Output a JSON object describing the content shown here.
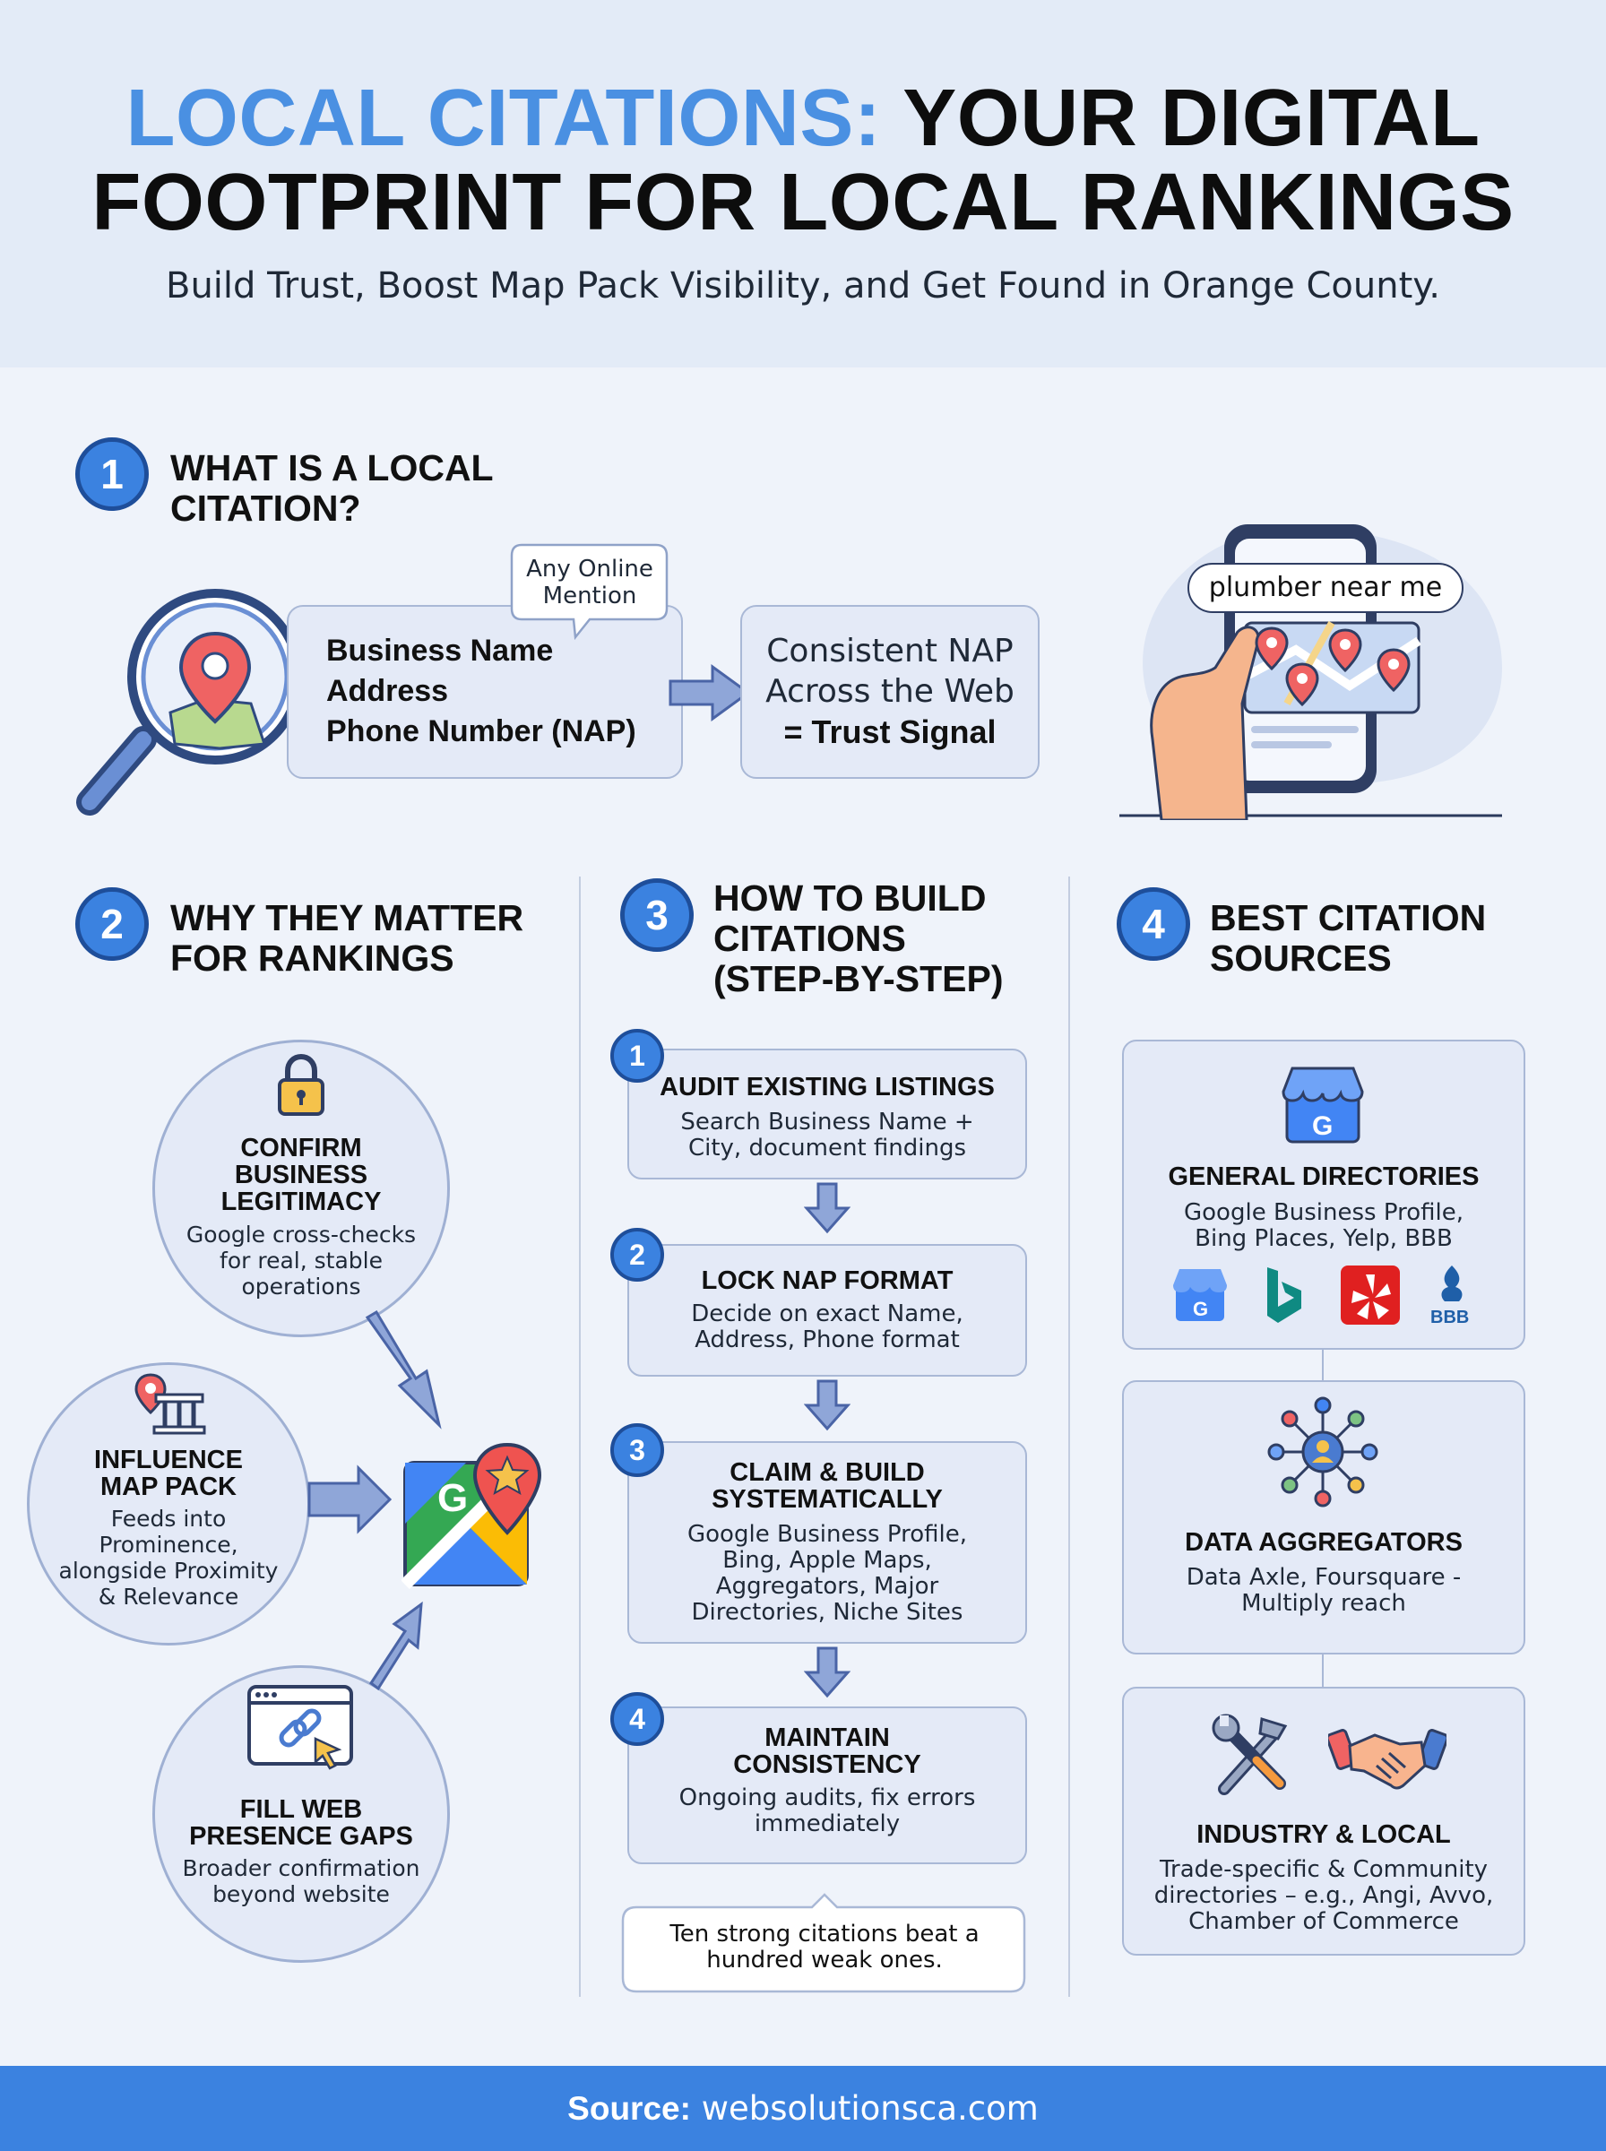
{
  "header": {
    "title_accent": "LOCAL CITATIONS:",
    "title_rest": "YOUR DIGITAL",
    "title_line2": "FOOTPRINT FOR LOCAL RANKINGS",
    "subtitle": "Build Trust, Boost Map Pack Visibility, and Get Found in Orange County."
  },
  "section1": {
    "number": "1",
    "title_line1": "WHAT IS A LOCAL",
    "title_line2": "CITATION?",
    "bubble_line1": "Any Online",
    "bubble_line2": "Mention",
    "nap_line1": "Business Name",
    "nap_line2": "Address",
    "nap_line3": "Phone Number (NAP)",
    "result_line1": "Consistent NAP",
    "result_line2": "Across the Web",
    "result_line3": "= Trust Signal",
    "search_query": "plumber near me"
  },
  "section2": {
    "number": "2",
    "title_line1": "WHY THEY MATTER",
    "title_line2": "FOR RANKINGS",
    "items": [
      {
        "title_lines": [
          "CONFIRM",
          "BUSINESS",
          "LEGITIMACY"
        ],
        "text_lines": [
          "Google cross-checks",
          "for real, stable",
          "operations"
        ]
      },
      {
        "title_lines": [
          "INFLUENCE",
          "MAP PACK"
        ],
        "text_lines": [
          "Feeds into",
          "Prominence,",
          "alongside Proximity",
          "& Relevance"
        ]
      },
      {
        "title_lines": [
          "FILL WEB",
          "PRESENCE GAPS"
        ],
        "text_lines": [
          "Broader confirmation",
          "beyond website"
        ]
      }
    ]
  },
  "section3": {
    "number": "3",
    "title_line1": "HOW TO BUILD",
    "title_line2": "CITATIONS",
    "title_line3": "(STEP-BY-STEP)",
    "steps": [
      {
        "number": "1",
        "title_lines": [
          "AUDIT EXISTING LISTINGS"
        ],
        "text_lines": [
          "Search Business Name +",
          "City, document findings"
        ]
      },
      {
        "number": "2",
        "title_lines": [
          "LOCK NAP FORMAT"
        ],
        "text_lines": [
          "Decide on exact Name,",
          "Address, Phone format"
        ]
      },
      {
        "number": "3",
        "title_lines": [
          "CLAIM & BUILD",
          "SYSTEMATICALLY"
        ],
        "text_lines": [
          "Google Business Profile,",
          "Bing, Apple Maps,",
          "Aggregators, Major",
          "Directories, Niche Sites"
        ]
      },
      {
        "number": "4",
        "title_lines": [
          "MAINTAIN",
          "CONSISTENCY"
        ],
        "text_lines": [
          "Ongoing audits, fix errors",
          "immediately"
        ]
      }
    ],
    "callout_line1": "Ten strong citations beat a",
    "callout_line2": "hundred weak ones."
  },
  "section4": {
    "number": "4",
    "title_line1": "BEST CITATION",
    "title_line2": "SOURCES",
    "sources": [
      {
        "title": "GENERAL DIRECTORIES",
        "text_lines": [
          "Google Business Profile,",
          "Bing Places, Yelp, BBB"
        ]
      },
      {
        "title": "DATA AGGREGATORS",
        "text_lines": [
          "Data Axle, Foursquare -",
          "Multiply reach"
        ]
      },
      {
        "title": "INDUSTRY & LOCAL",
        "text_lines": [
          "Trade-specific & Community",
          "directories – e.g., Angi, Avvo,",
          "Chamber of Commerce"
        ]
      }
    ],
    "bbb_label": "BBB",
    "g_label": "G"
  },
  "footer": {
    "label": "Source:",
    "url": "websolutionsca.com"
  },
  "colors": {
    "accent": "#4a90e2",
    "badge": "#3b82e0",
    "card": "#e4eaf7",
    "footer": "#3b82e0"
  }
}
